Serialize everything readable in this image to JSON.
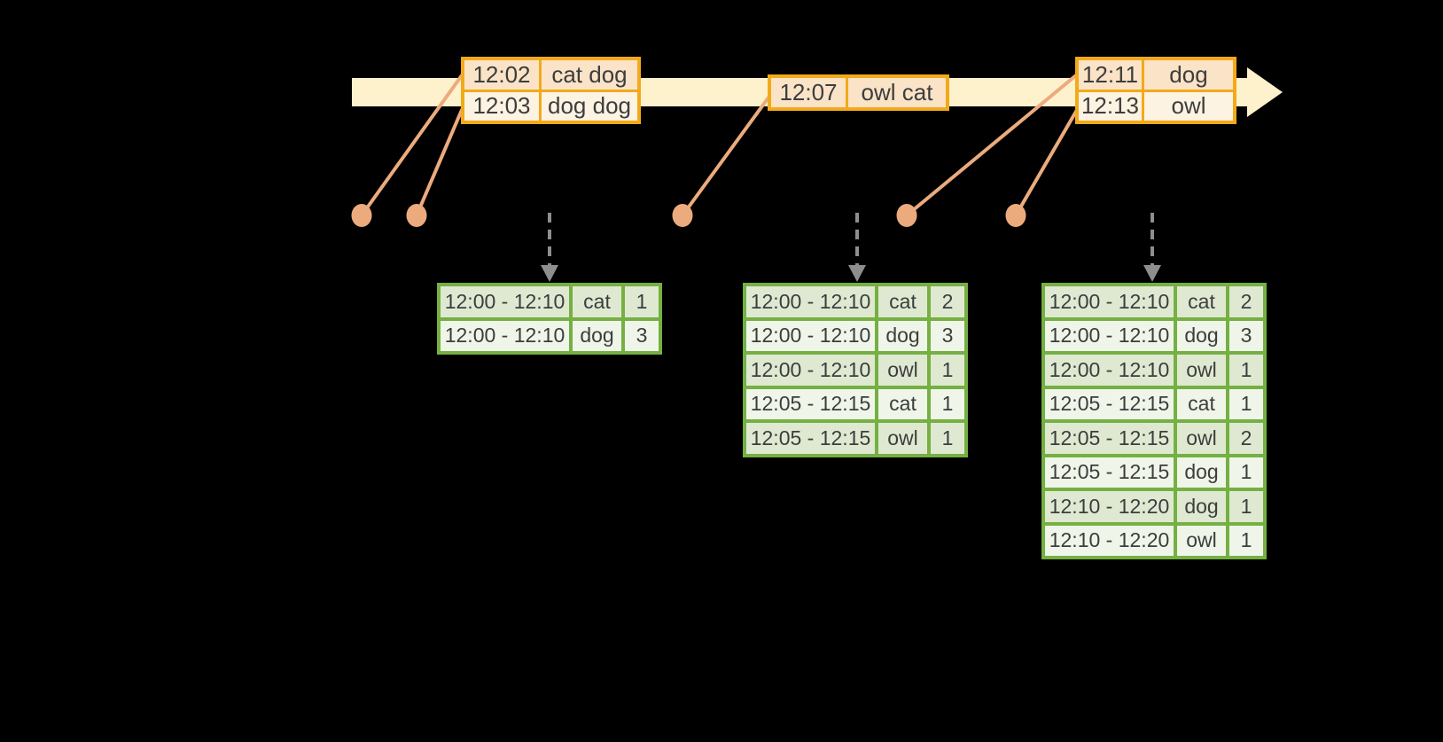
{
  "diagram": {
    "description": "streaming windowed word-count timeline",
    "event_tables": [
      {
        "rows": [
          {
            "time": "12:02",
            "words": "cat dog"
          },
          {
            "time": "12:03",
            "words": "dog dog"
          }
        ]
      },
      {
        "rows": [
          {
            "time": "12:07",
            "words": "owl cat"
          }
        ]
      },
      {
        "rows": [
          {
            "time": "12:11",
            "words": "dog"
          },
          {
            "time": "12:13",
            "words": "owl"
          }
        ]
      }
    ],
    "result_tables": [
      {
        "rows": [
          [
            "12:00 - 12:10",
            "cat",
            "1"
          ],
          [
            "12:00 - 12:10",
            "dog",
            "3"
          ]
        ]
      },
      {
        "rows": [
          [
            "12:00 - 12:10",
            "cat",
            "2"
          ],
          [
            "12:00 - 12:10",
            "dog",
            "3"
          ],
          [
            "12:00 - 12:10",
            "owl",
            "1"
          ],
          [
            "12:05 - 12:15",
            "cat",
            "1"
          ],
          [
            "12:05 - 12:15",
            "owl",
            "1"
          ]
        ]
      },
      {
        "rows": [
          [
            "12:00 - 12:10",
            "cat",
            "2"
          ],
          [
            "12:00 - 12:10",
            "dog",
            "3"
          ],
          [
            "12:00 - 12:10",
            "owl",
            "1"
          ],
          [
            "12:05 - 12:15",
            "cat",
            "1"
          ],
          [
            "12:05 - 12:15",
            "owl",
            "2"
          ],
          [
            "12:05 - 12:15",
            "dog",
            "1"
          ],
          [
            "12:10 - 12:20",
            "dog",
            "1"
          ],
          [
            "12:10 - 12:20",
            "owl",
            "1"
          ]
        ]
      }
    ],
    "colors": {
      "background": "#000000",
      "timeline_arrow": "#fdf2cc",
      "event_border": "#f2aa1b",
      "event_row_dark": "#fae3c7",
      "event_row_light": "#fdf3e2",
      "result_border": "#75b042",
      "result_row_dark": "#dfe9d2",
      "result_row_light": "#eff5e9",
      "connector": "#ecab7d",
      "trigger_arrow": "#8e8e8e",
      "text": "#3d3d3d"
    }
  }
}
